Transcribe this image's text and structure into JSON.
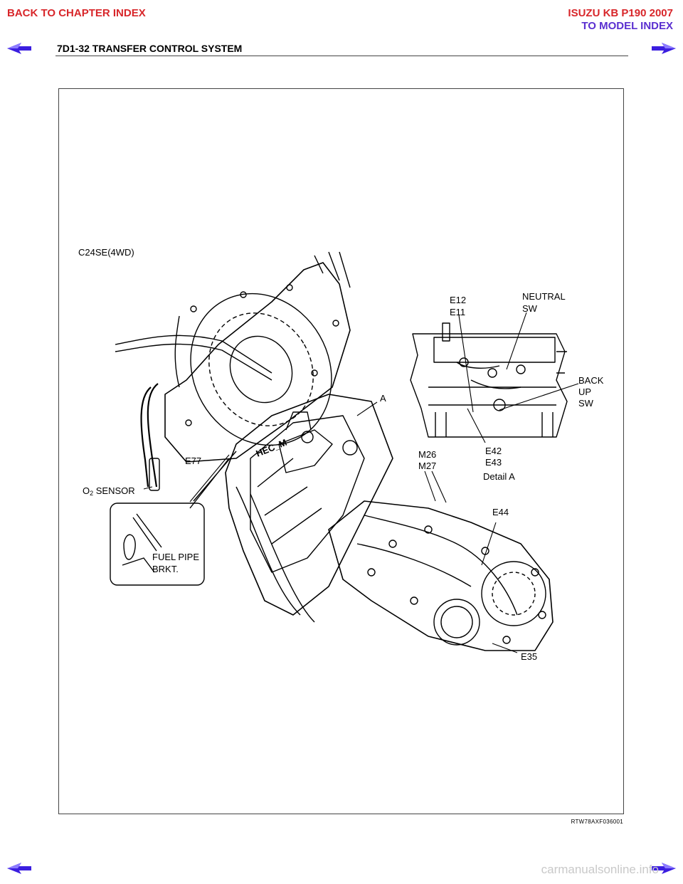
{
  "nav": {
    "back_to_chapter": "BACK TO CHAPTER INDEX",
    "model_line1": "ISUZU KB P190 2007",
    "model_line2": "TO MODEL INDEX",
    "arrow_color": "#3b1ee0",
    "link_color": "#d8262a"
  },
  "header": {
    "title": "7D1-32  TRANSFER CONTROL SYSTEM"
  },
  "figure": {
    "engine_label": "C24SE(4WD)",
    "code": "RTW78AXF036001",
    "labels": {
      "e12": "E12",
      "e11": "E11",
      "neutral": "NEUTRAL",
      "sw": "SW",
      "back": "BACK",
      "up": "UP",
      "sw2": "SW",
      "a": "A",
      "m26": "M26",
      "m27": "M27",
      "e42": "E42",
      "e43": "E43",
      "detail_a": "Detail A",
      "e77": "E77",
      "o2_prefix": "O",
      "o2_sub": "2",
      "o2_suffix": " SENSOR",
      "e44": "E44",
      "fuel_pipe": "FUEL PIPE",
      "brkt": "BRKT.",
      "e35": "E35",
      "stamp": "HEC_M"
    }
  },
  "footer": {
    "watermark": "carmanualsonline.info"
  }
}
